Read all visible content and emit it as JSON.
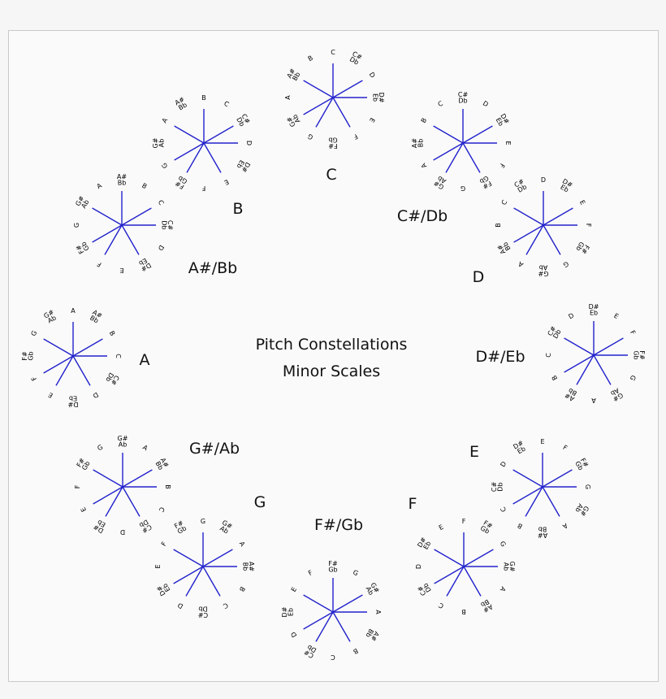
{
  "title": {
    "line1": "Pitch Constellations",
    "line2": "Minor Scales"
  },
  "colors": {
    "spoke": "#2222cc",
    "note_label": "#000000",
    "scale_name": "#111111",
    "frame_border": "#c9c9c9",
    "panel": "#fafafa",
    "background": "#f6f6f6"
  },
  "scale_type": "minor",
  "scale_intervals": [
    0,
    2,
    3,
    5,
    7,
    8,
    10
  ],
  "chromatic": [
    {
      "name": "C",
      "lines": [
        "C"
      ]
    },
    {
      "name": "C#/Db",
      "lines": [
        "C#",
        "Db"
      ]
    },
    {
      "name": "D",
      "lines": [
        "D"
      ]
    },
    {
      "name": "D#/Eb",
      "lines": [
        "D#",
        "Eb"
      ]
    },
    {
      "name": "E",
      "lines": [
        "E"
      ]
    },
    {
      "name": "F",
      "lines": [
        "F"
      ]
    },
    {
      "name": "F#/Gb",
      "lines": [
        "F#",
        "Gb"
      ]
    },
    {
      "name": "G",
      "lines": [
        "G"
      ]
    },
    {
      "name": "G#/Ab",
      "lines": [
        "G#",
        "Ab"
      ]
    },
    {
      "name": "A",
      "lines": [
        "A"
      ]
    },
    {
      "name": "A#/Bb",
      "lines": [
        "A#",
        "Bb"
      ]
    },
    {
      "name": "B",
      "lines": [
        "B"
      ]
    }
  ],
  "scales": [
    {
      "name": "C",
      "tonic": 0,
      "notes": [
        "C",
        "D",
        "D#/Eb",
        "F",
        "G",
        "G#/Ab",
        "A#/Bb"
      ]
    },
    {
      "name": "C#/Db",
      "tonic": 1,
      "notes": [
        "C#/Db",
        "D#/Eb",
        "E",
        "F#/Gb",
        "G#/Ab",
        "A",
        "B"
      ]
    },
    {
      "name": "D",
      "tonic": 2,
      "notes": [
        "D",
        "E",
        "F",
        "G",
        "A",
        "A#/Bb",
        "C"
      ]
    },
    {
      "name": "D#/Eb",
      "tonic": 3,
      "notes": [
        "D#/Eb",
        "F",
        "F#/Gb",
        "G#/Ab",
        "A#/Bb",
        "B",
        "C#/Db"
      ]
    },
    {
      "name": "E",
      "tonic": 4,
      "notes": [
        "E",
        "F#/Gb",
        "G",
        "A",
        "B",
        "C",
        "D"
      ]
    },
    {
      "name": "F",
      "tonic": 5,
      "notes": [
        "F",
        "G",
        "G#/Ab",
        "A#/Bb",
        "C",
        "C#/Db",
        "D#/Eb"
      ]
    },
    {
      "name": "F#/Gb",
      "tonic": 6,
      "notes": [
        "F#/Gb",
        "G#/Ab",
        "A",
        "B",
        "C#/Db",
        "D",
        "E"
      ]
    },
    {
      "name": "G",
      "tonic": 7,
      "notes": [
        "G",
        "A",
        "A#/Bb",
        "C",
        "D",
        "D#/Eb",
        "F"
      ]
    },
    {
      "name": "G#/Ab",
      "tonic": 8,
      "notes": [
        "G#/Ab",
        "A#/Bb",
        "B",
        "C#/Db",
        "D#/Eb",
        "E",
        "F#/Gb"
      ]
    },
    {
      "name": "A",
      "tonic": 9,
      "notes": [
        "A",
        "B",
        "C",
        "D",
        "E",
        "F",
        "G"
      ]
    },
    {
      "name": "A#/Bb",
      "tonic": 10,
      "notes": [
        "A#/Bb",
        "C",
        "C#/Db",
        "D#/Eb",
        "F",
        "F#/Gb",
        "G#/Ab"
      ]
    },
    {
      "name": "B",
      "tonic": 11,
      "notes": [
        "B",
        "C#/Db",
        "D",
        "E",
        "F#/Gb",
        "G",
        "A"
      ]
    }
  ]
}
